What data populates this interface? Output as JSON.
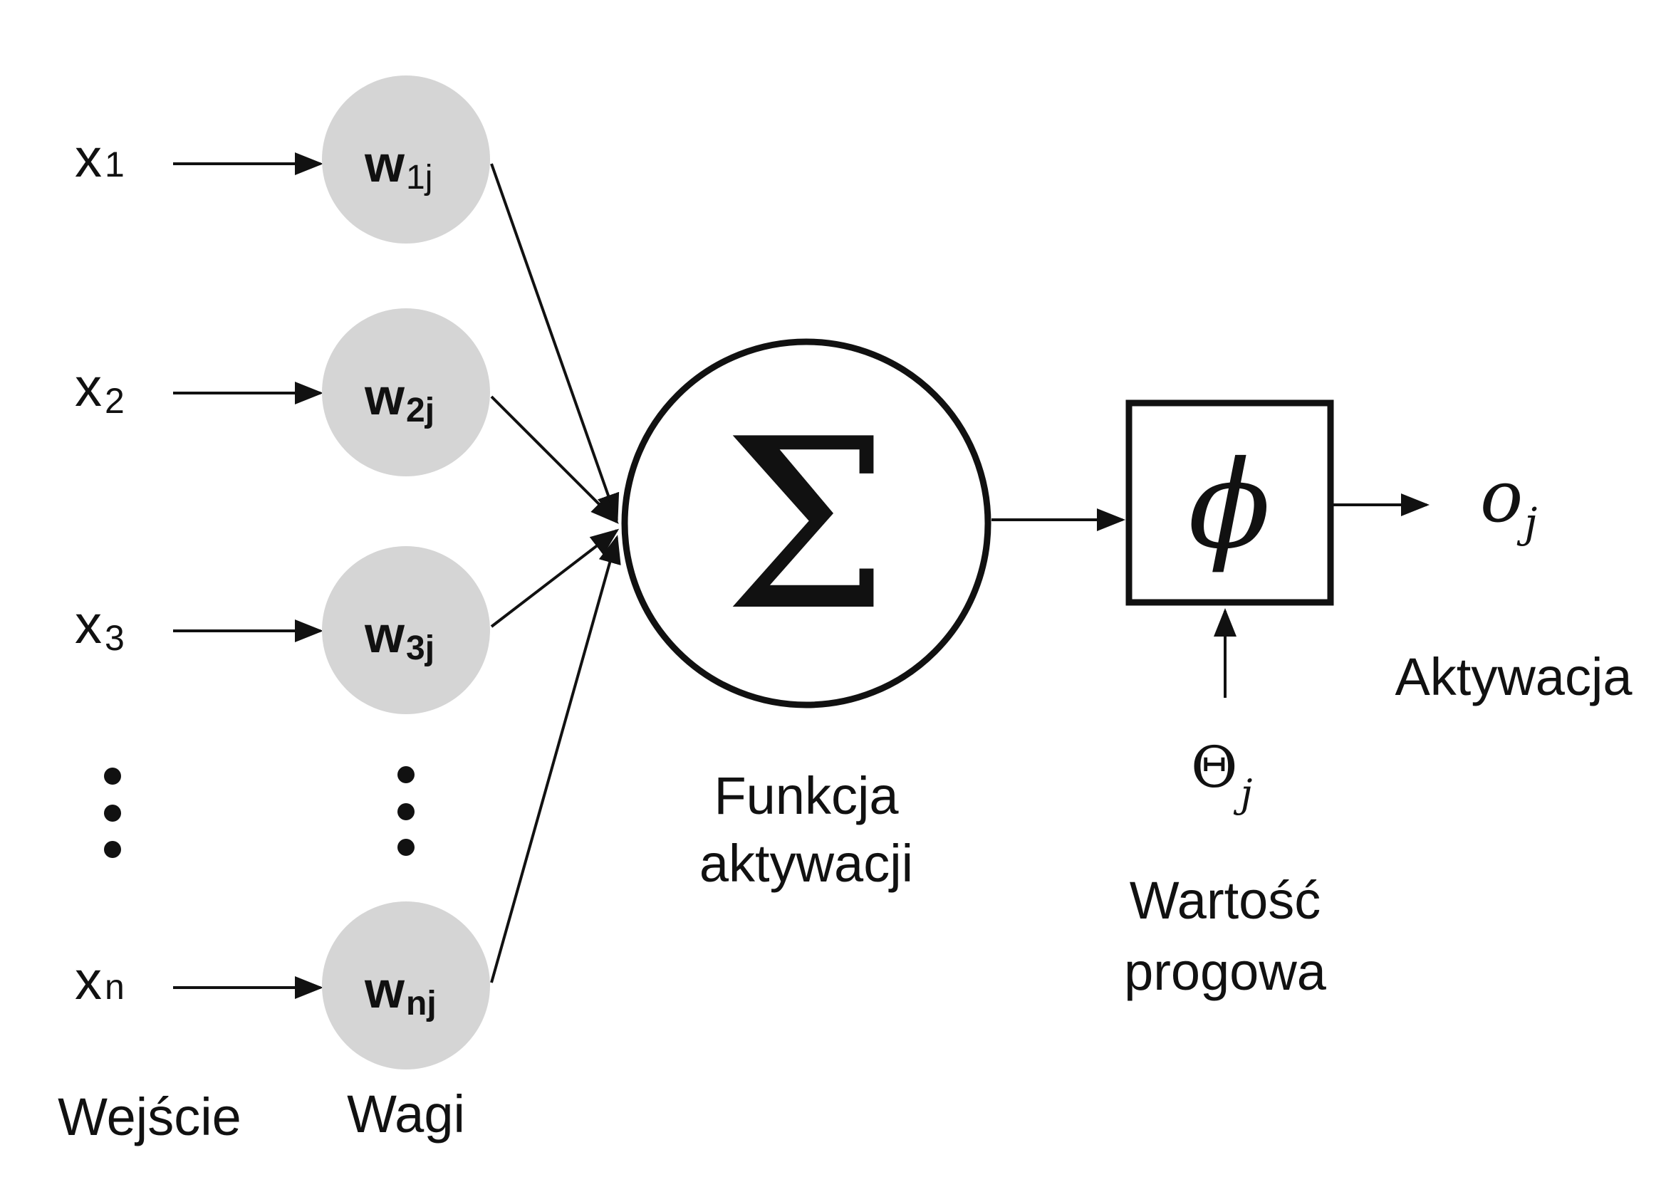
{
  "inputs": [
    {
      "base": "x",
      "sub": "1"
    },
    {
      "base": "x",
      "sub": "2"
    },
    {
      "base": "x",
      "sub": "3"
    },
    {
      "base": "x",
      "sub": "n"
    }
  ],
  "weights": [
    {
      "base": "w",
      "sub": "1j"
    },
    {
      "base": "w",
      "sub": "2j"
    },
    {
      "base": "w",
      "sub": "3j"
    },
    {
      "base": "w",
      "sub": "nj"
    }
  ],
  "sum_symbol": "Σ",
  "activation_symbol": "ϕ",
  "output": {
    "base": "o",
    "sub": "j"
  },
  "threshold": {
    "base": "Θ",
    "sub": "j"
  },
  "labels": {
    "inputs": "Wejście",
    "weights": "Wagi",
    "sum_line1": "Funkcja",
    "sum_line2": "aktywacji",
    "threshold_line1": "Wartość",
    "threshold_line2": "progowa",
    "activation": "Aktywacja"
  }
}
